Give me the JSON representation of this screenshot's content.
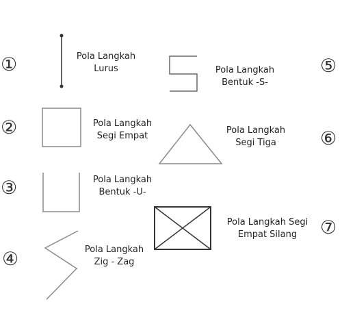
{
  "patterns": [
    {
      "number": "①",
      "line1": "Pola Langkah",
      "line2": "Lurus",
      "shape": "straight-line-icon"
    },
    {
      "number": "②",
      "line1": "Pola Langkah",
      "line2": "Segi Empat",
      "shape": "square-icon"
    },
    {
      "number": "③",
      "line1": "Pola Langkah",
      "line2": "Bentuk -U-",
      "shape": "u-shape-icon"
    },
    {
      "number": "④",
      "line1": "Pola Langkah",
      "line2": "Zig - Zag",
      "shape": "zigzag-icon"
    },
    {
      "number": "⑤",
      "line1": "Pola Langkah",
      "line2": "Bentuk -S-",
      "shape": "s-shape-icon"
    },
    {
      "number": "⑥",
      "line1": "Pola Langkah",
      "line2": "Segi Tiga",
      "shape": "triangle-icon"
    },
    {
      "number": "⑦",
      "line1": "Pola Langkah Segi",
      "line2": "Empat Silang",
      "shape": "crossed-square-icon"
    }
  ],
  "colors": {
    "line": "#8a8a8a",
    "dark_line": "#333333",
    "text": "#222222"
  }
}
